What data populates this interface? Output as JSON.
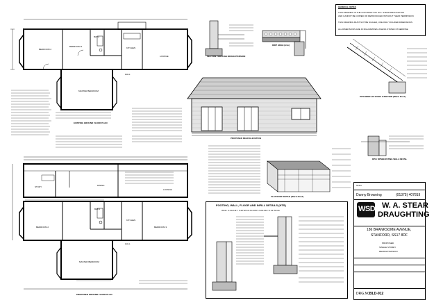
{
  "drawing": {
    "existing_plan_title": "EXISTING GROUND FLOOR PLAN",
    "proposed_plan_title": "PROPOSED GROUND FLOOR PLAN",
    "proposed_elevation_title": "PROPOSED REAR ELEVATION",
    "section_title": "SECTION THROUGH NEW EXTENSION",
    "flat_roof_title": "FLAT ROOF DETAIL (Warm Roof)",
    "pitched_junction_title": "PITCHED/FLAT ROOF JUNCTION (Warm Roof)",
    "drip_title": "DRIP EDGE (trim)",
    "wall_detail_title": "DPC/ DPM/EXISTING WALL DETAIL",
    "rooms_existing": [
      "BEDROOM 2",
      "BEDROOM 3",
      "BATH",
      "KITCHEN",
      "LOUNGE",
      "HALL",
      "MASTER BEDROOM"
    ],
    "rooms_proposed": [
      "BEDROOM 2",
      "BEDROOM 3",
      "BATH",
      "KITCHEN",
      "LOUNGE",
      "HALL",
      "MASTER BEDROOM",
      "DINING",
      "STUDY"
    ]
  },
  "notes": {
    "heading": "GENERAL NOTES",
    "lines": [
      "THIS DRAWING IS THE COPYRIGHT OF W.A. STEAR DRAUGHTING",
      "AND CANNOT BE COPIED OR REPRODUCED WITHOUT THEIR PERMISSION",
      "THIS DRAWING MUST NOT BE SCALED, USE ONLY FIGURED DIMENSIONS",
      "ALL DIMENSIONS ARE IN MILLIMETRES UNLESS STATED OTHERWISE"
    ]
  },
  "infill": {
    "heading": "FOOTING, WALL, FLOOR AND INFILL DETAILS (NTS)",
    "subline": "WALL U-VALUE = 0.28 W/m²k    FLOOR U-VALUE = 0.22 W/m²k"
  },
  "titleblock": {
    "revision_line": "Notes",
    "contact_name": "Danny Browning",
    "contact_phone": "(01375) 407819",
    "logo_text": "WSD",
    "company_line1": "W. A. STEAR",
    "company_line2": "DRAUGHTING",
    "address_line1": "186 BRANKSOME AVENUE,",
    "address_line2": "STANFORD,  SS17 8DF",
    "project_label": "PROPOSED",
    "project_line1": "SINGLE STOREY",
    "project_line2": "REAR EXTENSION",
    "drawing_no_label": "DRG.NO.",
    "drawing_no": "BLD-912"
  }
}
